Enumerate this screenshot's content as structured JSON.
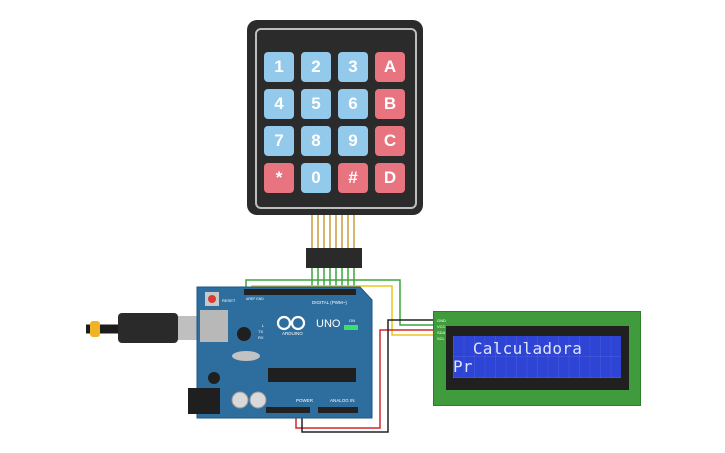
{
  "keypad": {
    "keys": [
      {
        "label": "1",
        "kind": "number"
      },
      {
        "label": "2",
        "kind": "number"
      },
      {
        "label": "3",
        "kind": "number"
      },
      {
        "label": "A",
        "kind": "function"
      },
      {
        "label": "4",
        "kind": "number"
      },
      {
        "label": "5",
        "kind": "number"
      },
      {
        "label": "6",
        "kind": "number"
      },
      {
        "label": "B",
        "kind": "function"
      },
      {
        "label": "7",
        "kind": "number"
      },
      {
        "label": "8",
        "kind": "number"
      },
      {
        "label": "9",
        "kind": "number"
      },
      {
        "label": "C",
        "kind": "function"
      },
      {
        "label": "*",
        "kind": "function"
      },
      {
        "label": "0",
        "kind": "number"
      },
      {
        "label": "#",
        "kind": "function"
      },
      {
        "label": "D",
        "kind": "function"
      }
    ],
    "colors": {
      "number": "#93c9ea",
      "function": "#e7747e"
    }
  },
  "lcd": {
    "line1": "  Calculadora",
    "line2": "Pr",
    "pins": [
      "GND",
      "VCC",
      "SDA",
      "SCL"
    ]
  },
  "arduino": {
    "model": "UNO",
    "brand": "ARDUINO",
    "header_digital": "DIGITAL (PWM~)",
    "header_power": "POWER",
    "header_analog": "ANALOG IN",
    "on_label": "ON",
    "tx_label": "TX",
    "rx_label": "RX",
    "l_label": "L",
    "reset_label": "RESET",
    "aref_label": "AREF",
    "gnd_label": "GND"
  },
  "wire_colors": {
    "green": "#3aa53a",
    "yellow": "#e5c81a",
    "red": "#d6262b",
    "black": "#222222",
    "gold": "#d7b56d"
  }
}
